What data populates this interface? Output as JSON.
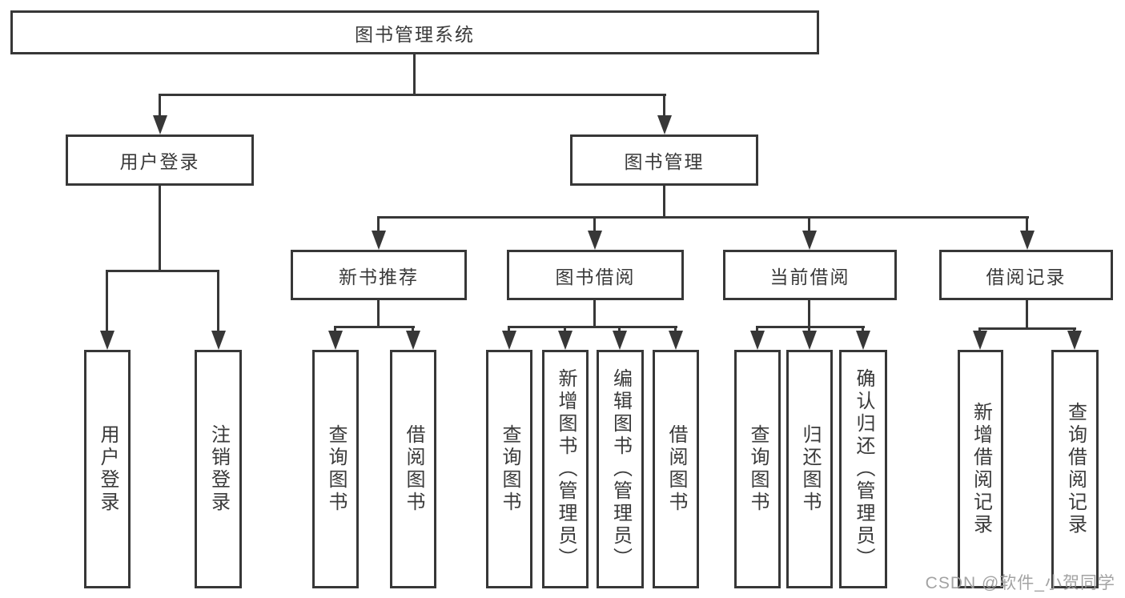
{
  "tree": {
    "root": {
      "label": "图书管理系统"
    },
    "branches": [
      {
        "label": "用户登录",
        "children": [
          {
            "label": "用户登录"
          },
          {
            "label": "注销登录"
          }
        ]
      },
      {
        "label": "图书管理",
        "children": [
          {
            "label": "新书推荐",
            "children": [
              {
                "label": "查询图书"
              },
              {
                "label": "借阅图书"
              }
            ]
          },
          {
            "label": "图书借阅",
            "children": [
              {
                "label": "查询图书"
              },
              {
                "label": "新增图书（管理员）"
              },
              {
                "label": "编辑图书（管理员）"
              },
              {
                "label": "借阅图书"
              }
            ]
          },
          {
            "label": "当前借阅",
            "children": [
              {
                "label": "查询图书"
              },
              {
                "label": "归还图书"
              },
              {
                "label": "确认归还（管理员）"
              }
            ]
          },
          {
            "label": "借阅记录",
            "children": [
              {
                "label": "新增借阅记录"
              },
              {
                "label": "查询借阅记录"
              }
            ]
          }
        ]
      }
    ]
  },
  "watermark": {
    "text": "CSDN @软件_小贺同学"
  },
  "colors": {
    "line": "#373737",
    "box_border": "#373737",
    "text": "#3a3a3a",
    "background": "#ffffff",
    "watermark": "#9e9e9e"
  }
}
